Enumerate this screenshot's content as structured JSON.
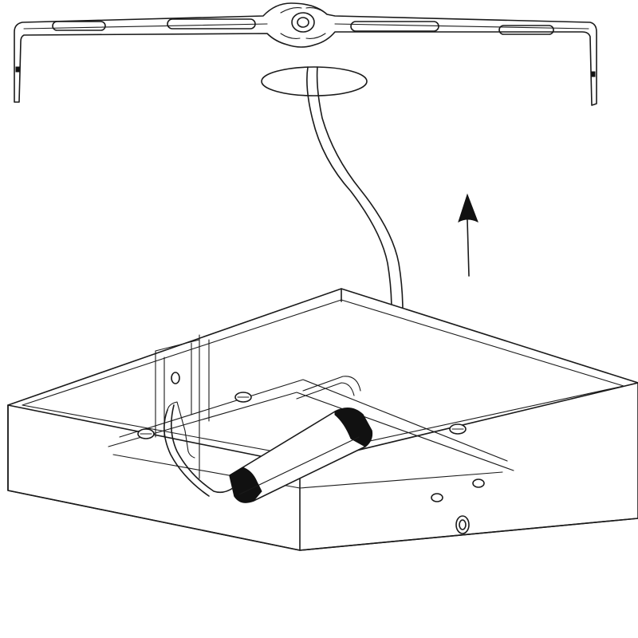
{
  "diagram": {
    "parts": [
      {
        "id": "mounting-bracket",
        "icon": "bracket-shape"
      },
      {
        "id": "ceiling-hole",
        "icon": "ellipse-hole"
      },
      {
        "id": "power-cable",
        "icon": "cable-line"
      },
      {
        "id": "lift-arrow",
        "icon": "arrow-up-icon"
      },
      {
        "id": "housing-box",
        "icon": "square-box"
      },
      {
        "id": "driver-unit",
        "icon": "led-driver"
      }
    ],
    "colors": {
      "stroke": "#1a1a1a",
      "background": "#ffffff",
      "dark_fill": "#111111"
    }
  }
}
